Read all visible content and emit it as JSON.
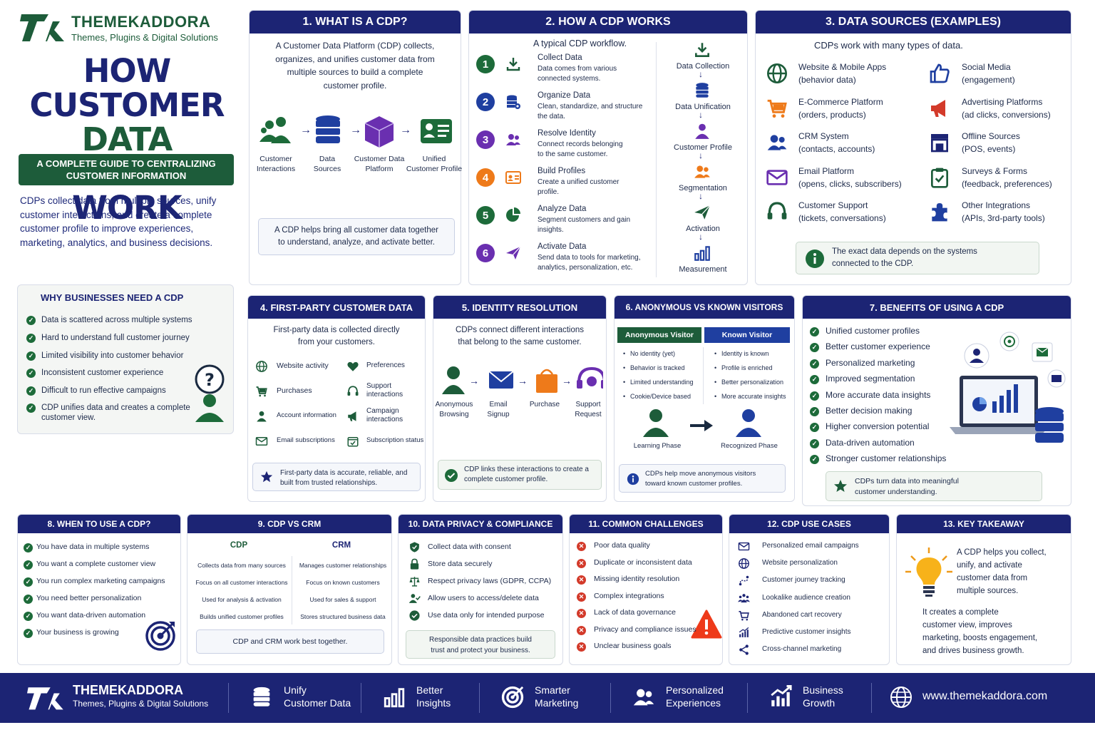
{
  "brand": {
    "name": "THEMEKADDORA",
    "tagline": "Themes, Plugins & Digital Solutions",
    "logo_letters": "TK"
  },
  "hero": {
    "title_l1": "HOW CUSTOMER",
    "title_l2": "DATA PLATFORMS",
    "title_l3": "WORK",
    "subtitle_l1": "A COMPLETE GUIDE TO CENTRALIZING",
    "subtitle_l2": "CUSTOMER INFORMATION",
    "intro": [
      "CDPs collect data from multiple sources, unify",
      "customer interactions, and create a complete",
      "customer profile to improve experiences,",
      "marketing, analytics, and business decisions."
    ]
  },
  "why": {
    "title": "WHY BUSINESSES NEED A CDP",
    "items": [
      "Data is scattered across multiple systems",
      "Hard to understand full customer journey",
      "Limited visibility into customer behavior",
      "Inconsistent customer experience",
      "Difficult to run effective campaigns",
      "CDP unifies data and creates a complete",
      "customer view."
    ]
  },
  "s1": {
    "title": "1. WHAT IS A CDP?",
    "desc": [
      "A Customer Data Platform (CDP) collects,",
      "organizes, and unifies customer data from",
      "multiple sources to build a complete",
      "customer profile."
    ],
    "flow": [
      [
        "Customer",
        "Interactions"
      ],
      [
        "Data",
        "Sources"
      ],
      [
        "Customer Data",
        "Platform"
      ],
      [
        "Unified",
        "Customer Profile"
      ]
    ],
    "note": [
      "A CDP helps bring all customer data together",
      "to understand, analyze, and activate better."
    ]
  },
  "s2": {
    "title": "2. HOW A CDP WORKS",
    "sub": "A typical CDP workflow.",
    "steps": [
      {
        "n": "1",
        "t": "Collect Data",
        "d": [
          "Data comes from various",
          "connected systems."
        ]
      },
      {
        "n": "2",
        "t": "Organize Data",
        "d": [
          "Clean, standardize, and structure",
          "the data."
        ]
      },
      {
        "n": "3",
        "t": "Resolve Identity",
        "d": [
          "Connect records belonging",
          "to the same customer."
        ]
      },
      {
        "n": "4",
        "t": "Build Profiles",
        "d": [
          "Create a unified customer",
          "profile."
        ]
      },
      {
        "n": "5",
        "t": "Analyze Data",
        "d": [
          "Segment customers and gain",
          "insights."
        ]
      },
      {
        "n": "6",
        "t": "Activate Data",
        "d": [
          "Send data to tools for marketing,",
          "analytics, personalization, etc."
        ]
      }
    ],
    "pipeline": [
      "Data Collection",
      "Data Unification",
      "Customer Profile",
      "Segmentation",
      "Activation",
      "Measurement"
    ],
    "colors": [
      "#1d6b3a",
      "#1f3fa0",
      "#6a2fb0",
      "#ee7a1a",
      "#1d6b3a",
      "#6a2fb0"
    ]
  },
  "s3": {
    "title": "3. DATA SOURCES (EXAMPLES)",
    "sub": "CDPs work with many types of data.",
    "left": [
      [
        "Website & Mobile Apps",
        "(behavior data)"
      ],
      [
        "E-Commerce Platform",
        "(orders, products)"
      ],
      [
        "CRM System",
        "(contacts, accounts)"
      ],
      [
        "Email Platform",
        "(opens, clicks, subscribers)"
      ],
      [
        "Customer Support",
        "(tickets, conversations)"
      ]
    ],
    "right": [
      [
        "Social Media",
        "(engagement)"
      ],
      [
        "Advertising Platforms",
        "(ad clicks, conversions)"
      ],
      [
        "Offline Sources",
        "(POS, events)"
      ],
      [
        "Surveys & Forms",
        "(feedback, preferences)"
      ],
      [
        "Other Integrations",
        "(APIs, 3rd-party tools)"
      ]
    ],
    "note": [
      "The exact data depends on the systems",
      "connected to the CDP."
    ]
  },
  "s4": {
    "title": "4. FIRST-PARTY CUSTOMER DATA",
    "sub": [
      "First-party data is collected directly",
      "from your customers."
    ],
    "left": [
      "Website activity",
      "Purchases",
      "Account information",
      "Email subscriptions"
    ],
    "right": [
      [
        "Preferences"
      ],
      [
        "Support",
        "interactions"
      ],
      [
        "Campaign",
        "interactions"
      ],
      [
        "Subscription status"
      ]
    ],
    "note": [
      "First-party data is accurate, reliable, and",
      "built from trusted relationships."
    ]
  },
  "s5": {
    "title": "5. IDENTITY RESOLUTION",
    "sub": [
      "CDPs connect different interactions",
      "that belong to the same customer."
    ],
    "flow": [
      [
        "Anonymous",
        "Browsing"
      ],
      [
        "Email",
        "Signup"
      ],
      [
        "Purchase"
      ],
      [
        "Support",
        "Request"
      ]
    ],
    "note": [
      "CDP links these interactions to create a",
      "complete customer profile."
    ]
  },
  "s6": {
    "title": "6. ANONYMOUS VS KNOWN VISITORS",
    "anon": {
      "title": "Anonymous Visitor",
      "items": [
        "No identity (yet)",
        "Behavior is tracked",
        "Limited understanding",
        "Cookie/Device based"
      ],
      "phase": "Learning Phase"
    },
    "known": {
      "title": "Known Visitor",
      "items": [
        "Identity is known",
        "Profile is enriched",
        "Better personalization",
        "More accurate insights"
      ],
      "phase": "Recognized Phase"
    },
    "note": [
      "CDPs help move anonymous visitors",
      "toward known customer profiles."
    ]
  },
  "s7": {
    "title": "7. BENEFITS OF USING A CDP",
    "items": [
      "Unified customer profiles",
      "Better customer experience",
      "Personalized marketing",
      "Improved segmentation",
      "More accurate data insights",
      "Better decision making",
      "Higher conversion potential",
      "Data-driven automation",
      "Stronger customer relationships"
    ],
    "note": [
      "CDPs turn data into meaningful",
      "customer understanding."
    ]
  },
  "s8": {
    "title": "8. WHEN TO USE A CDP?",
    "items": [
      "You have data in multiple systems",
      "You want a complete customer view",
      "You run complex marketing campaigns",
      "You need better personalization",
      "You want data-driven automation",
      "Your business is growing"
    ]
  },
  "s9": {
    "title": "9. CDP VS CRM",
    "cdp": "CDP",
    "crm": "CRM",
    "rows": [
      [
        "Collects data from many sources",
        "Manages customer relationships"
      ],
      [
        "Focus on all customer interactions",
        "Focus on known customers"
      ],
      [
        "Used for analysis & activation",
        "Used for sales & support"
      ],
      [
        "Builds unified customer profiles",
        "Stores structured business data"
      ]
    ],
    "note": "CDP and CRM work best together."
  },
  "s10": {
    "title": "10. DATA PRIVACY & COMPLIANCE",
    "items": [
      "Collect data with consent",
      "Store data securely",
      "Respect privacy laws (GDPR, CCPA)",
      "Allow users to access/delete data",
      "Use data only for intended purpose"
    ],
    "note": [
      "Responsible data practices build",
      "trust and protect your business."
    ]
  },
  "s11": {
    "title": "11. COMMON CHALLENGES",
    "items": [
      "Poor data quality",
      "Duplicate or inconsistent data",
      "Missing identity resolution",
      "Complex integrations",
      "Lack of data governance",
      "Privacy and compliance issues",
      "Unclear business goals"
    ]
  },
  "s12": {
    "title": "12. CDP USE CASES",
    "items": [
      "Personalized email campaigns",
      "Website personalization",
      "Customer journey tracking",
      "Lookalike audience creation",
      "Abandoned cart recovery",
      "Predictive customer insights",
      "Cross-channel marketing"
    ]
  },
  "s13": {
    "title": "13. KEY TAKEAWAY",
    "p1": [
      "A CDP helps you collect,",
      "unify, and activate",
      "customer data from",
      "multiple sources."
    ],
    "p2": [
      "It creates a complete",
      "customer view, improves",
      "marketing, boosts engagement,",
      "and drives business growth."
    ]
  },
  "footer": {
    "items": [
      [
        "Unify",
        "Customer Data"
      ],
      [
        "Better",
        "Insights"
      ],
      [
        "Smarter",
        "Marketing"
      ],
      [
        "Personalized",
        "Experiences"
      ],
      [
        "Business",
        "Growth"
      ]
    ],
    "url": "www.themekaddora.com"
  },
  "colors": {
    "navy": "#1c2474",
    "green": "#1d6b3a",
    "orange": "#ee7a1a",
    "purple": "#6a2fb0",
    "red": "#d33a2a"
  }
}
